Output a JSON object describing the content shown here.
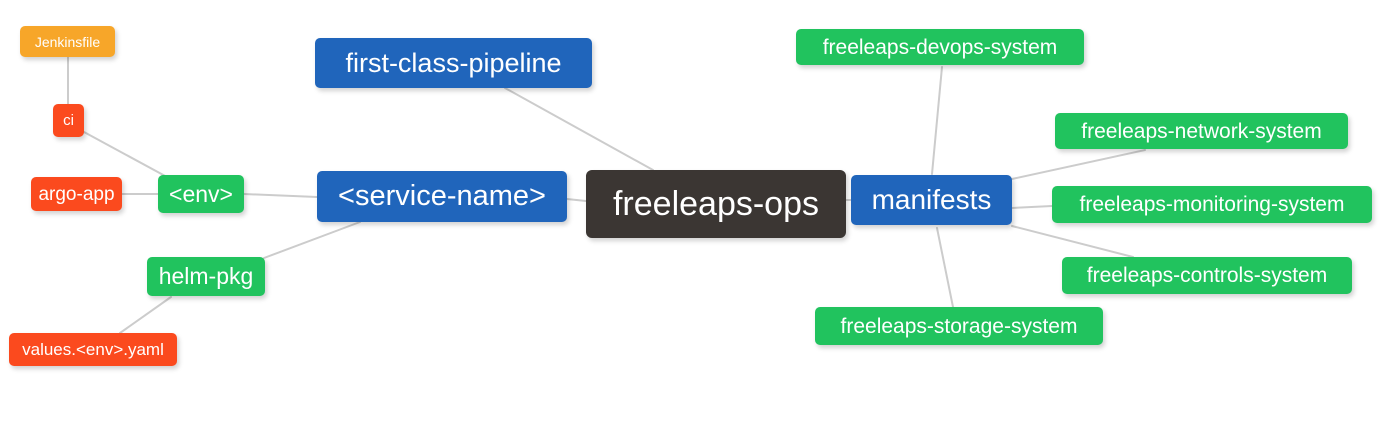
{
  "diagram": {
    "kind": "mindmap",
    "colors": {
      "blue": "#2065bb",
      "green": "#21c35e",
      "orange": "#f7a629",
      "red": "#fb4a1e",
      "dark": "#3b3633",
      "edge": "#cccccc",
      "background": "#ffffff",
      "text": "#ffffff"
    },
    "nodes": {
      "freeleaps_ops": {
        "label": "freeleaps-ops",
        "color": "#3b3633"
      },
      "first_class_pipeline": {
        "label": "first-class-pipeline",
        "color": "#2065bb"
      },
      "service_name": {
        "label": "<service-name>",
        "color": "#2065bb"
      },
      "manifests": {
        "label": "manifests",
        "color": "#2065bb"
      },
      "env": {
        "label": "<env>",
        "color": "#21c35e"
      },
      "helm_pkg": {
        "label": "helm-pkg",
        "color": "#21c35e"
      },
      "ci": {
        "label": "ci",
        "color": "#fb4a1e"
      },
      "argo_app": {
        "label": "argo-app",
        "color": "#fb4a1e"
      },
      "jenkinsfile": {
        "label": "Jenkinsfile",
        "color": "#f7a629"
      },
      "values_env_yaml": {
        "label": "values.<env>.yaml",
        "color": "#fb4a1e"
      },
      "devops_system": {
        "label": "freeleaps-devops-system",
        "color": "#21c35e"
      },
      "network_system": {
        "label": "freeleaps-network-system",
        "color": "#21c35e"
      },
      "monitoring_system": {
        "label": "freeleaps-monitoring-system",
        "color": "#21c35e"
      },
      "controls_system": {
        "label": "freeleaps-controls-system",
        "color": "#21c35e"
      },
      "storage_system": {
        "label": "freeleaps-storage-system",
        "color": "#21c35e"
      }
    },
    "edges": [
      {
        "from": "jenkinsfile",
        "to": "ci"
      },
      {
        "from": "ci",
        "to": "env"
      },
      {
        "from": "argo_app",
        "to": "env"
      },
      {
        "from": "env",
        "to": "service_name"
      },
      {
        "from": "helm_pkg",
        "to": "service_name"
      },
      {
        "from": "values_env_yaml",
        "to": "helm_pkg"
      },
      {
        "from": "first_class_pipeline",
        "to": "freeleaps_ops"
      },
      {
        "from": "service_name",
        "to": "freeleaps_ops"
      },
      {
        "from": "freeleaps_ops",
        "to": "manifests"
      },
      {
        "from": "manifests",
        "to": "devops_system"
      },
      {
        "from": "manifests",
        "to": "network_system"
      },
      {
        "from": "manifests",
        "to": "monitoring_system"
      },
      {
        "from": "manifests",
        "to": "controls_system"
      },
      {
        "from": "manifests",
        "to": "storage_system"
      }
    ]
  }
}
